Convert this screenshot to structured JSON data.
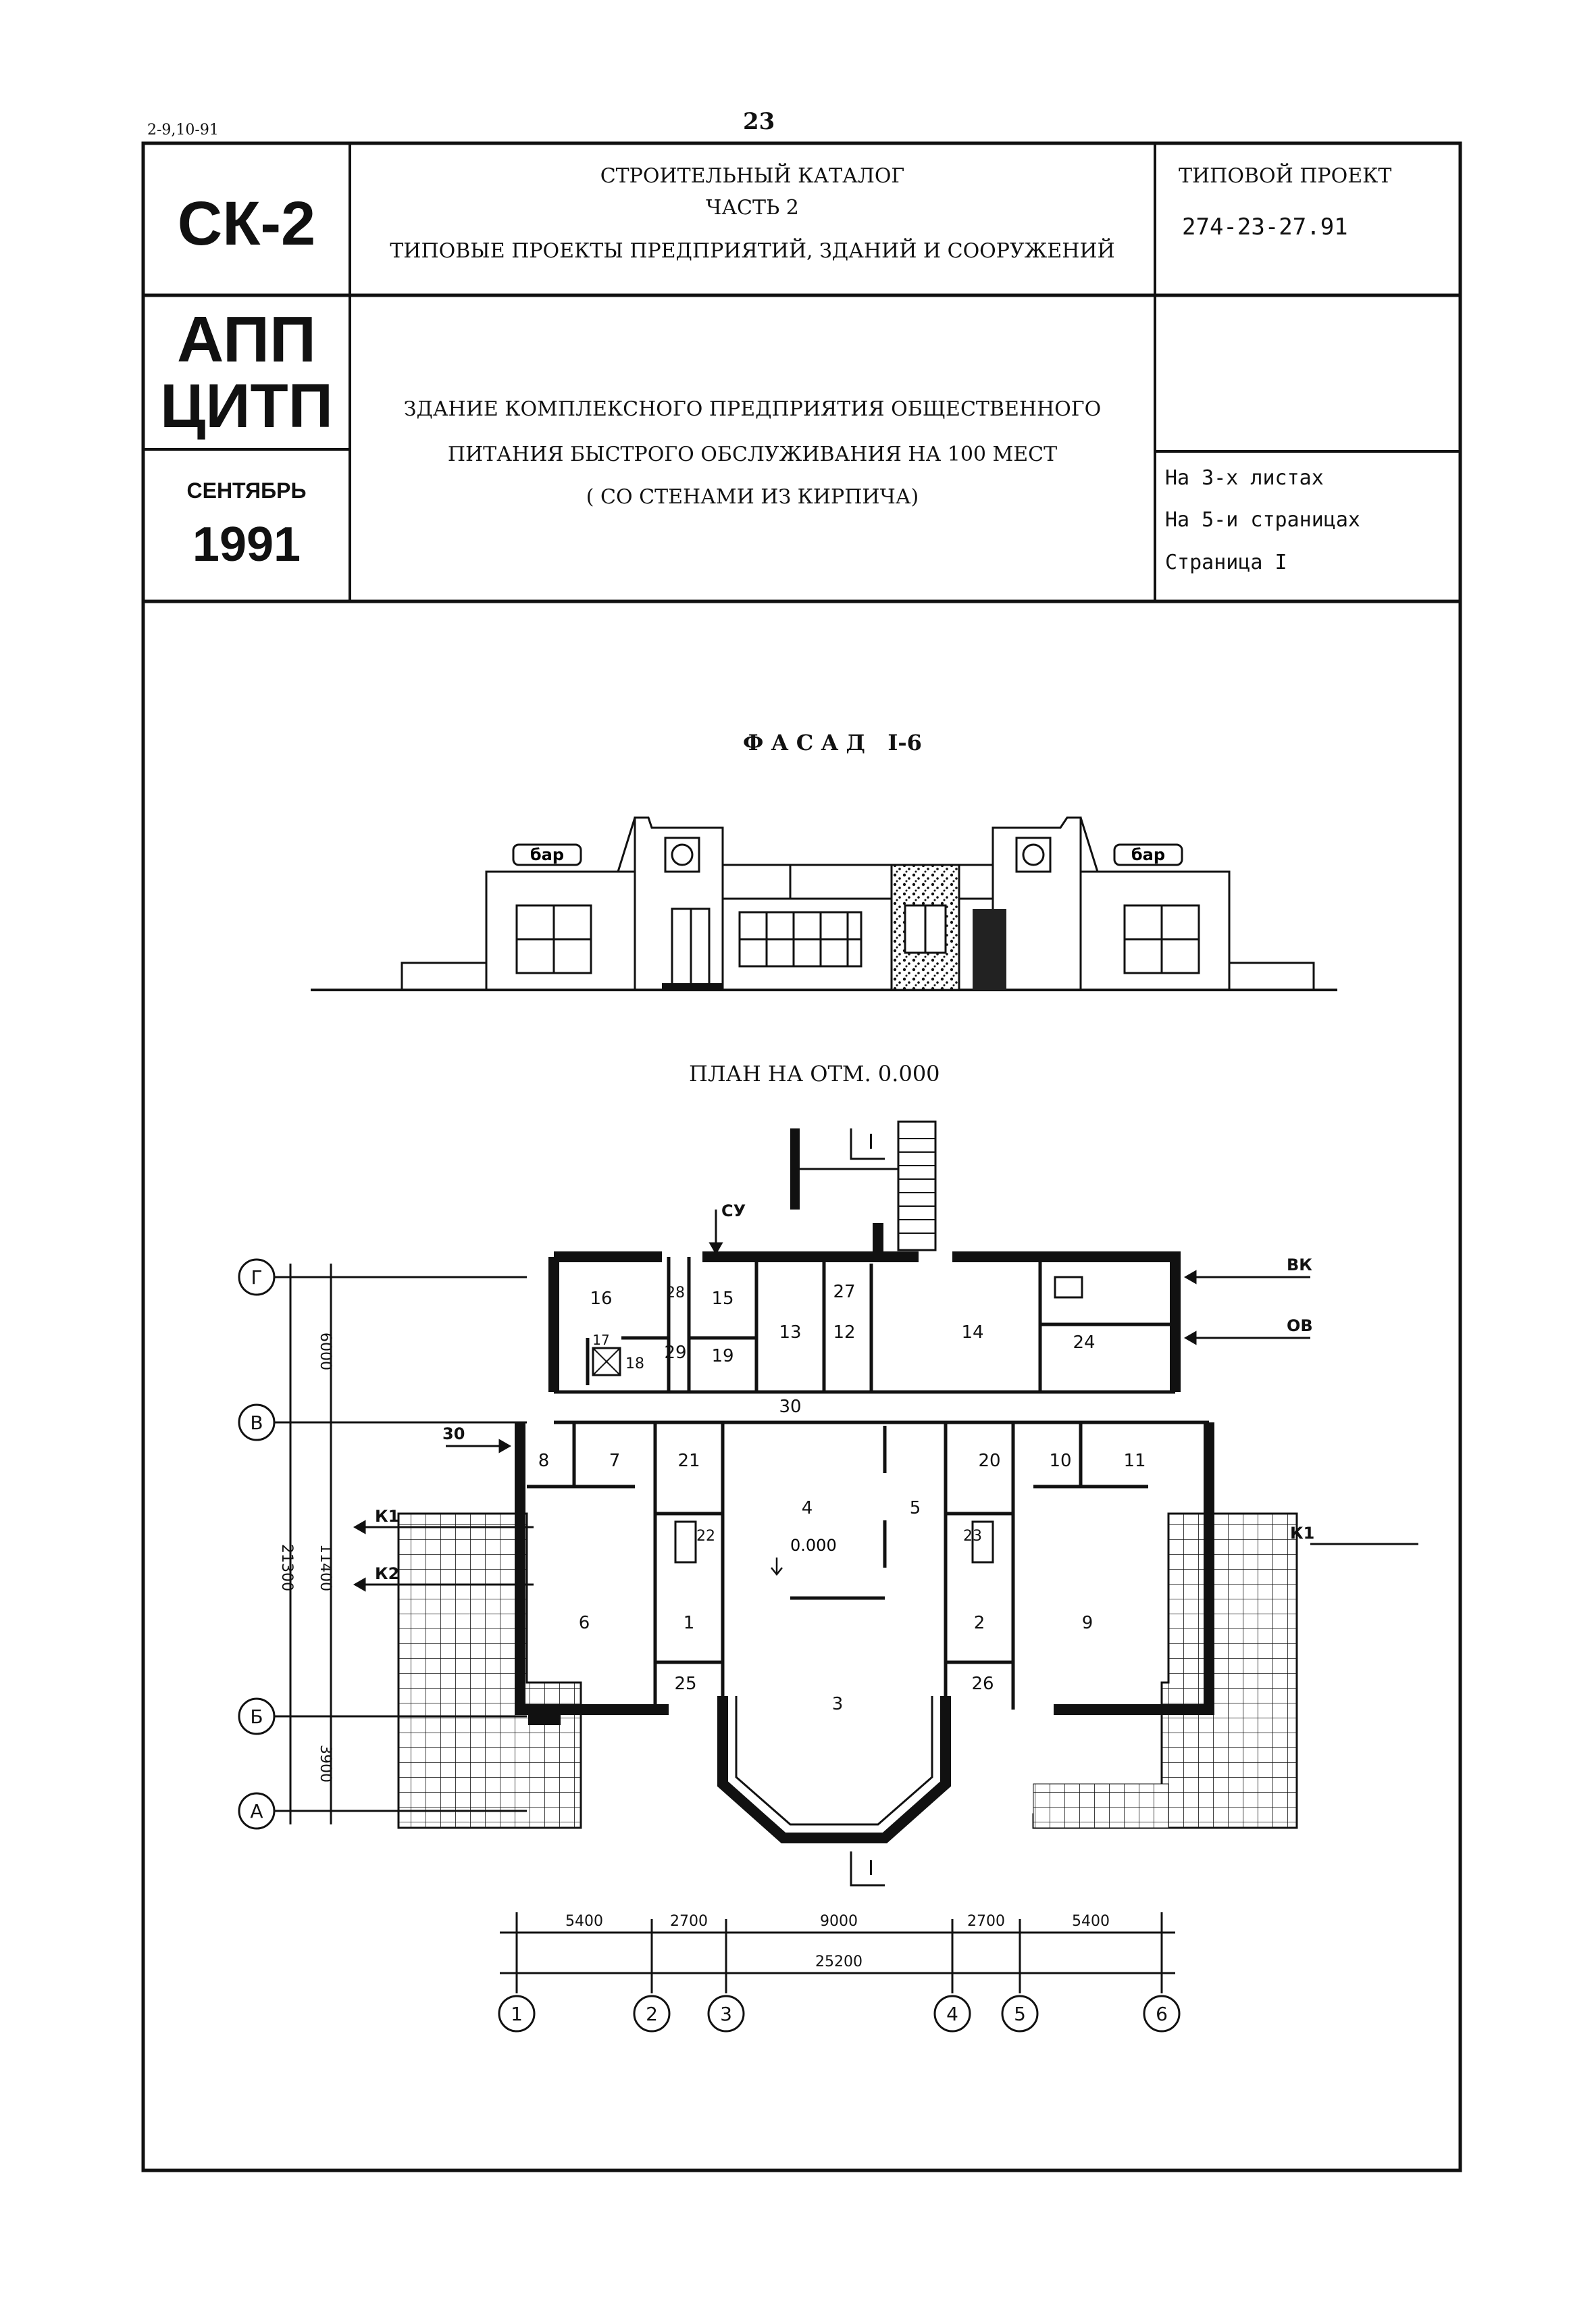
{
  "header": {
    "code": "2-9,10-91",
    "page_number": "23"
  },
  "title_block": {
    "series": "СК-2",
    "catalog_line1": "СТРОИТЕЛЬНЫЙ КАТАЛОГ",
    "catalog_line2": "ЧАСТЬ 2",
    "catalog_line3": "ТИПОВЫЕ ПРОЕКТЫ ПРЕДПРИЯТИЙ, ЗДАНИЙ И СООРУЖЕНИЙ",
    "project_label": "ТИПОВОЙ ПРОЕКТ",
    "project_number": "274-23-27.91",
    "org_line1": "АПП",
    "org_line2": "ЦИТП",
    "month": "СЕНТЯБРЬ",
    "year": "1991",
    "name_line1": "ЗДАНИЕ КОМПЛЕКСНОГО ПРЕДПРИЯТИЯ ОБЩЕСТВЕННОГО",
    "name_line2": "ПИТАНИЯ БЫСТРОГО ОБСЛУЖИВАНИЯ НА 100 МЕСТ",
    "name_line3": "( СО СТЕНАМИ ИЗ КИРПИЧА)",
    "sheets": "На 3-х листах",
    "pages": "На 5-и страницах",
    "page": "Страница  I"
  },
  "facade": {
    "title": "Ф А С А Д   I-6",
    "sign_left": "бар",
    "sign_right": "бар"
  },
  "plan": {
    "title": "ПЛАН НА ОТМ. 0.000",
    "section_mark": "I",
    "elevation": "0.000",
    "rooms": [
      "1",
      "2",
      "3",
      "4",
      "5",
      "6",
      "7",
      "8",
      "9",
      "10",
      "11",
      "12",
      "13",
      "14",
      "15",
      "16",
      "17",
      "18",
      "19",
      "20",
      "21",
      "22",
      "23",
      "24",
      "25",
      "26",
      "27",
      "28",
      "29",
      "30"
    ],
    "room_30_outside": "30",
    "entries": {
      "su": "СУ",
      "vk": "ВК",
      "ov": "ОВ",
      "k1_left": "К1",
      "k2_left": "К2",
      "k1_right": "К1"
    },
    "axes_rows": [
      "Г",
      "В",
      "Б",
      "А"
    ],
    "axes_cols": [
      "1",
      "2",
      "3",
      "4",
      "5",
      "6"
    ],
    "dims_vertical": {
      "d1": "6000",
      "d2": "11400",
      "d3": "3900",
      "total": "21300"
    },
    "dims_horizontal": {
      "d1": "5400",
      "d2": "2700",
      "d3": "9000",
      "d4": "2700",
      "d5": "5400",
      "total": "25200"
    }
  }
}
